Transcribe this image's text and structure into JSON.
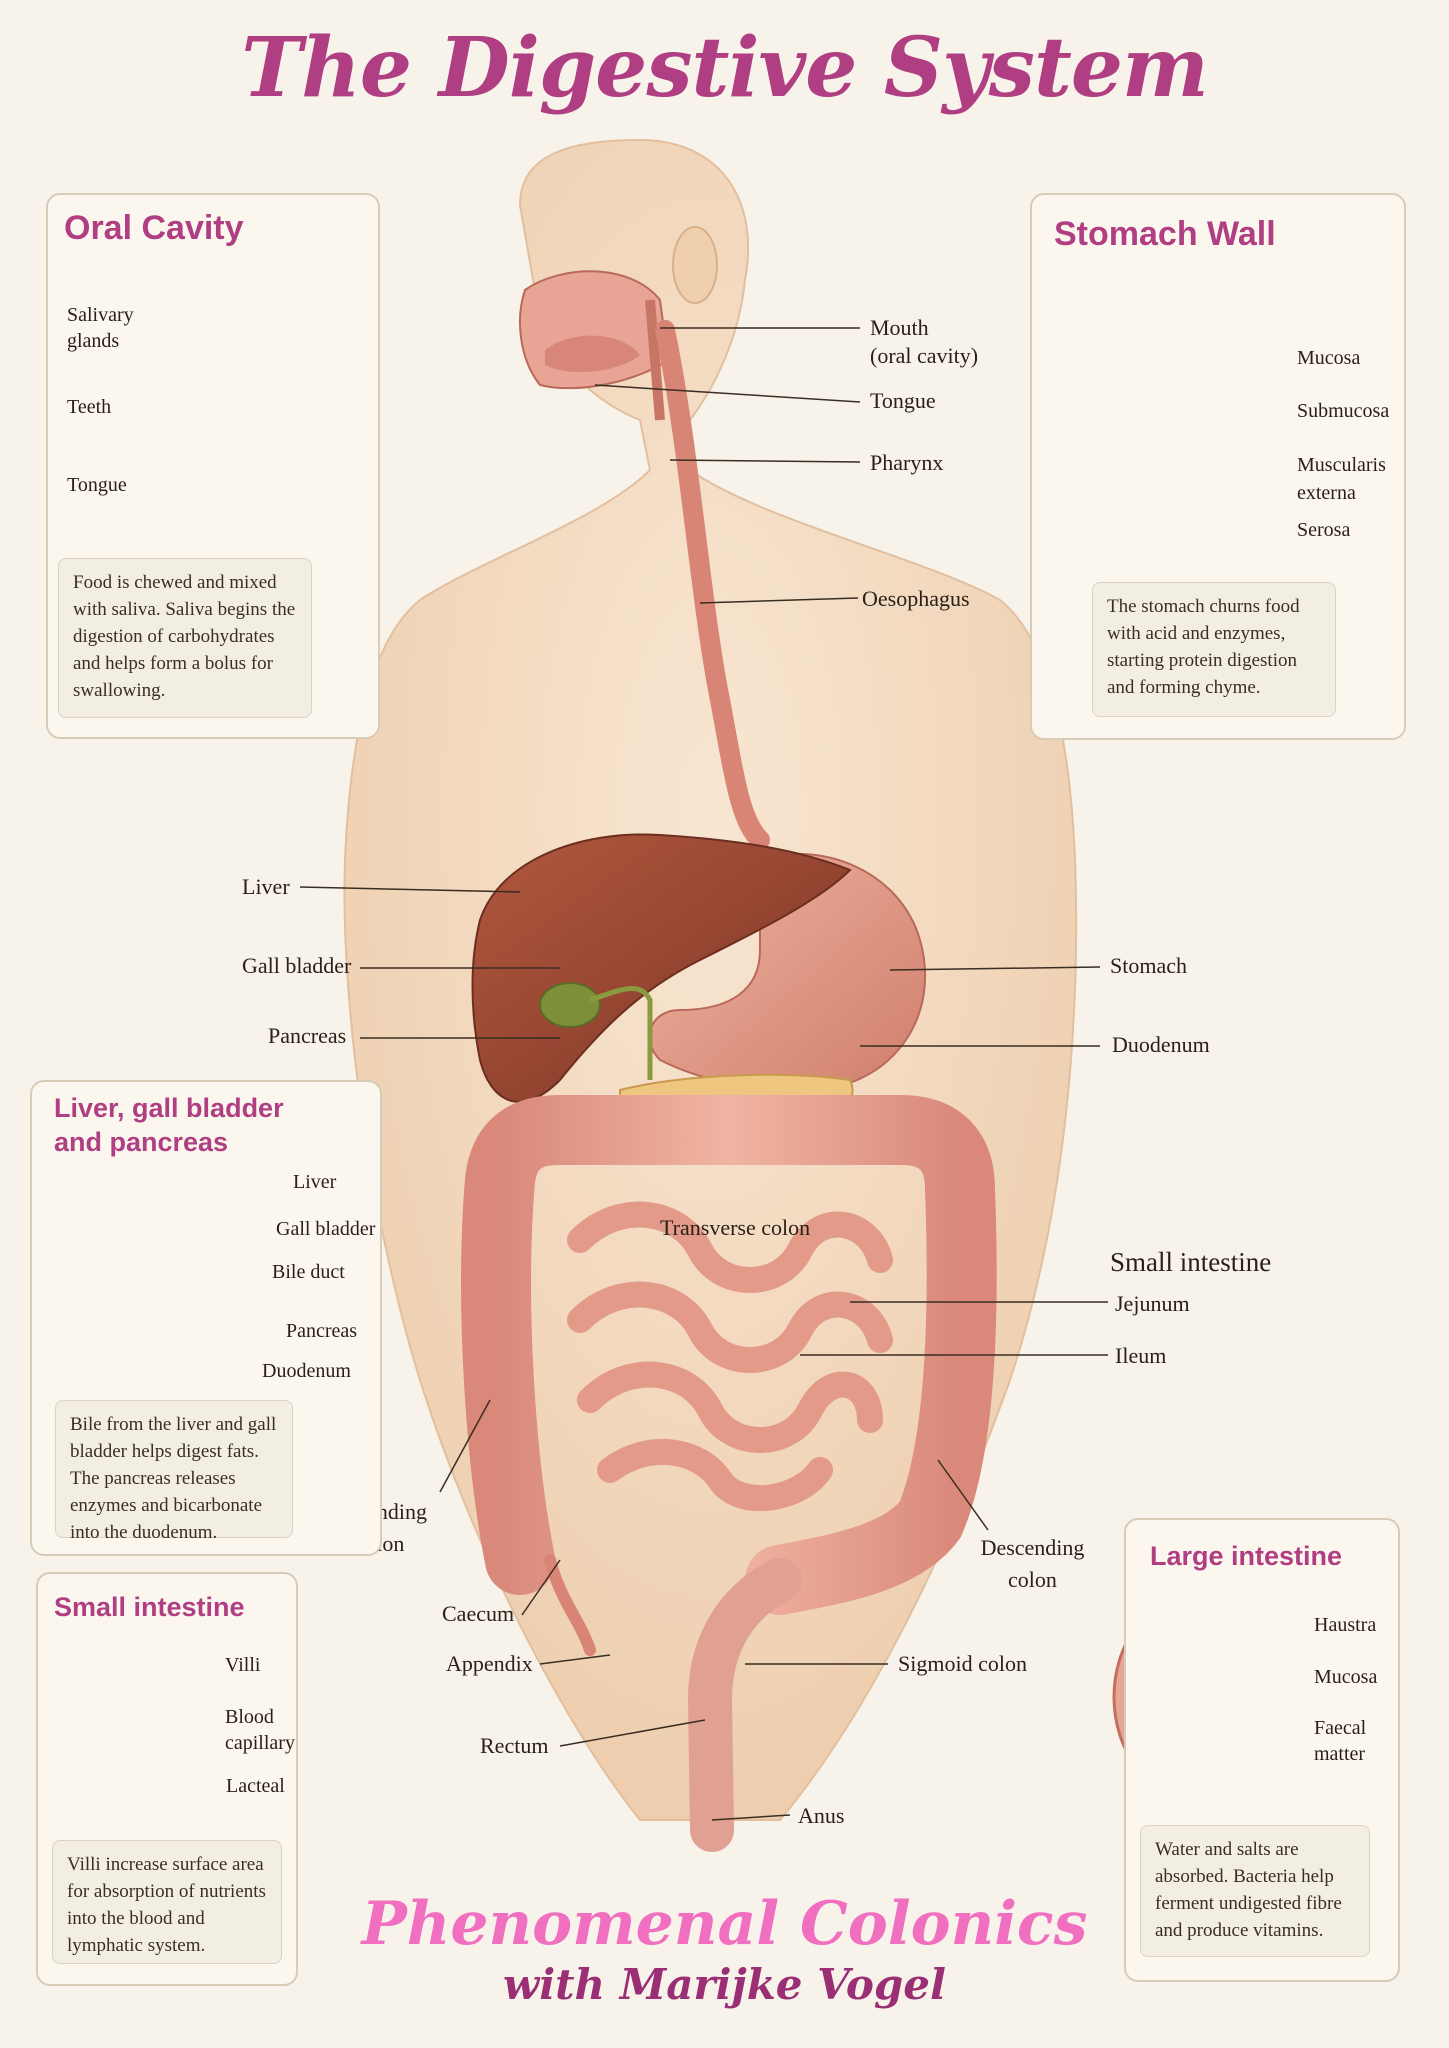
{
  "title": "The Digestive System",
  "main": {
    "mouth_a": "Mouth",
    "mouth_b": "(oral cavity)",
    "tongue": "Tongue",
    "pharynx": "Pharynx",
    "oesophagus": "Oesophagus",
    "liver": "Liver",
    "gall_bladder": "Gall bladder",
    "pancreas": "Pancreas",
    "stomach": "Stomach",
    "duodenum": "Duodenum",
    "transverse_colon": "Transverse colon",
    "small_intestine": "Small intestine",
    "jejunum": "Jejunum",
    "ileum": "Ileum",
    "ascending_colon_a": "Ascending",
    "ascending_colon_b": "colon",
    "descending_colon_a": "Descending",
    "descending_colon_b": "colon",
    "caecum": "Caecum",
    "appendix": "Appendix",
    "sigmoid_colon": "Sigmoid colon",
    "rectum": "Rectum",
    "anus": "Anus"
  },
  "oral": {
    "title": "Oral Cavity",
    "salivary_a": "Salivary",
    "salivary_b": "glands",
    "teeth": "Teeth",
    "tongue": "Tongue",
    "note": "Food is chewed and mixed\nwith saliva. Saliva begins the\ndigestion of carbohydrates\nand helps form a bolus for\nswallowing."
  },
  "stomach_wall": {
    "title": "Stomach Wall",
    "mucosa": "Mucosa",
    "submucosa": "Submucosa",
    "muscularis_a": "Muscularis",
    "muscularis_b": "externa",
    "serosa": "Serosa",
    "note": "The stomach churns food\nwith acid and enzymes,\nstarting protein digestion\nand forming chyme."
  },
  "liver_panel": {
    "title_a": "Liver, gall bladder",
    "title_b": "and pancreas",
    "liver": "Liver",
    "gall_bladder": "Gall bladder",
    "bile_duct": "Bile duct",
    "pancreas": "Pancreas",
    "duodenum": "Duodenum",
    "note": "Bile from the liver and gall\nbladder helps digest fats.\nThe pancreas releases\nenzymes and bicarbonate\ninto the duodenum."
  },
  "small_panel": {
    "title": "Small intestine",
    "villi": "Villi",
    "blood_a": "Blood",
    "blood_b": "capillary",
    "lacteal": "Lacteal",
    "note": "Villi increase surface area\nfor absorption of nutrients\ninto the blood and\nlymphatic system."
  },
  "large_panel": {
    "title": "Large intestine",
    "haustra": "Haustra",
    "mucosa": "Mucosa",
    "faecal_a": "Faecal",
    "faecal_b": "matter",
    "note": "Water and salts are\nabsorbed. Bacteria help\nferment undigested fibre\nand produce vitamins."
  },
  "footer": {
    "line1": "Phenomenal Colonics",
    "line2": "with Marijke Vogel"
  },
  "colors": {
    "title": "#b03e82",
    "panel_title": "#b03e82",
    "footer_pink": "#f06fc1",
    "footer_dark": "#9a2f76",
    "skin": "#f4dcc4",
    "liver": "#9c4a35",
    "intestine": "#e39a88",
    "gall_bladder": "#7e8f3a",
    "pancreas": "#efc680"
  }
}
